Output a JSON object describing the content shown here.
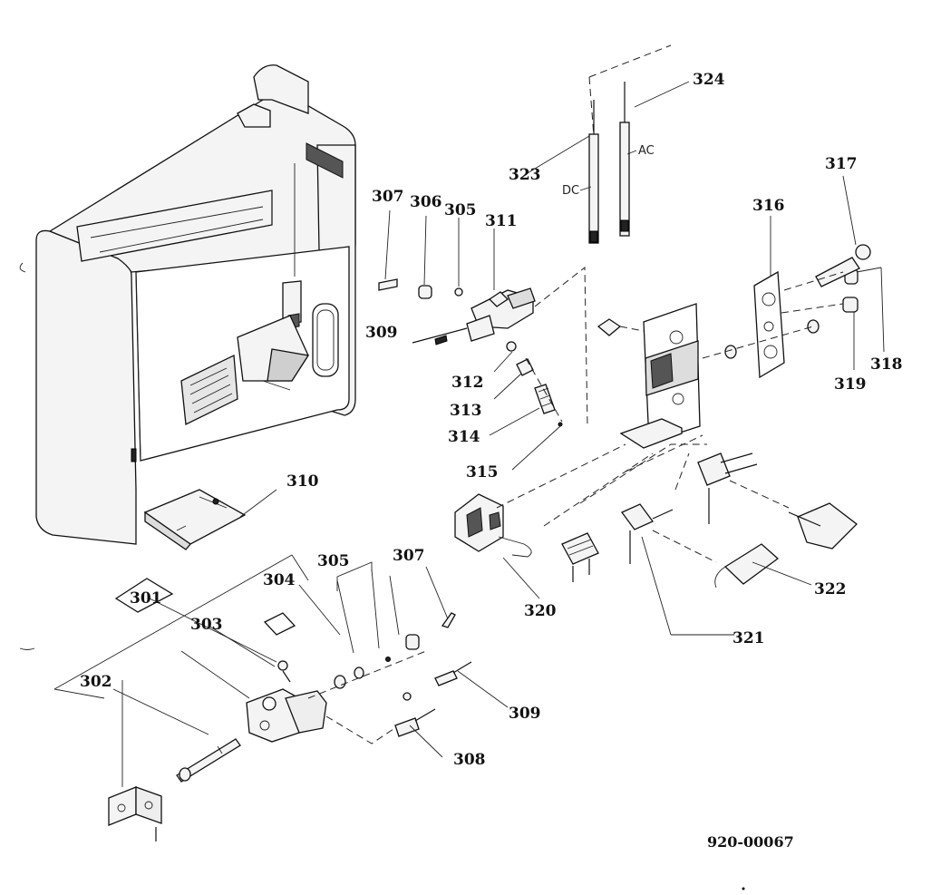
{
  "diagram": {
    "document_number": "920-00067",
    "annotations": {
      "dc": "DC",
      "ac": "AC"
    },
    "labels": {
      "l301": "301",
      "l302": "302",
      "l303": "303",
      "l304": "304",
      "l305a": "305",
      "l305b": "305",
      "l306": "306",
      "l307a": "307",
      "l307b": "307",
      "l308": "308",
      "l309a": "309",
      "l309b": "309",
      "l310": "310",
      "l311": "311",
      "l312": "312",
      "l313": "313",
      "l314": "314",
      "l315": "315",
      "l316": "316",
      "l317": "317",
      "l318": "318",
      "l319": "319",
      "l320": "320",
      "l321": "321",
      "l322": "322",
      "l323": "323",
      "l324": "324"
    }
  }
}
